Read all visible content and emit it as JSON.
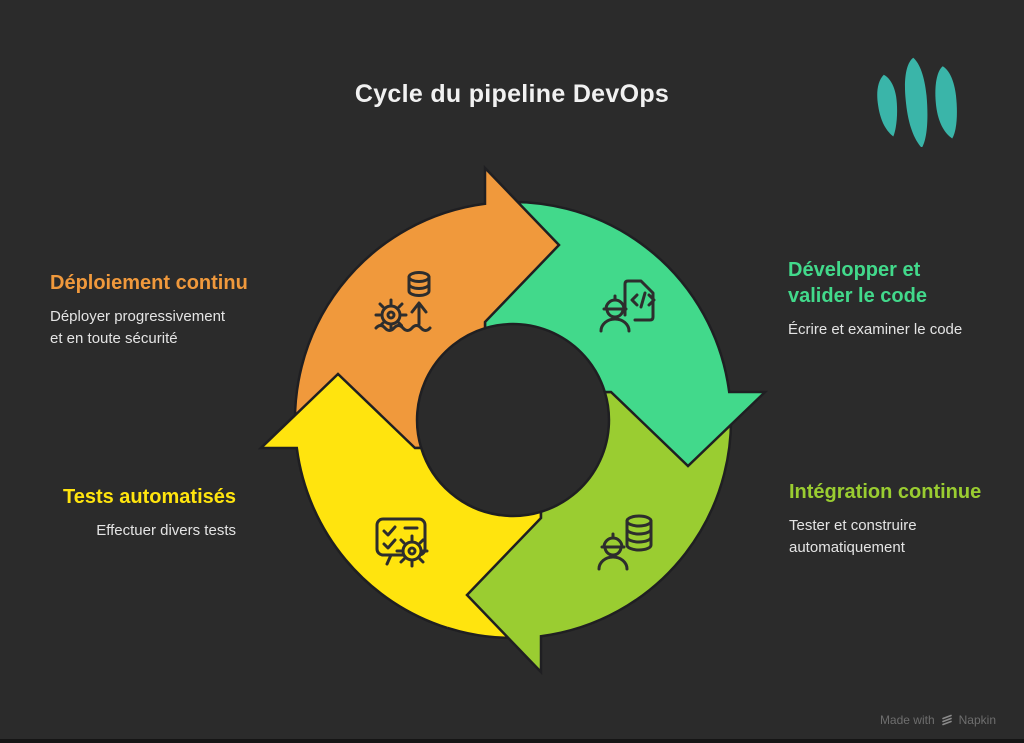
{
  "page": {
    "title": "Cycle du pipeline DevOps",
    "background_color": "#2b2b2b"
  },
  "branding": {
    "logo_icon": "napkin-logo-icon",
    "logo_color": "#3ab5a9",
    "footer_made_with": "Made with",
    "footer_brand": "Napkin",
    "footer_icon": "napkin-mark-icon"
  },
  "diagram": {
    "type": "cycle",
    "direction": "clockwise",
    "outline_color": "#1f1f22",
    "icon_stroke_color": "#2d2d2d",
    "segments": [
      {
        "id": "deploiement-continu",
        "position": "top-left",
        "heading": "Déploiement continu",
        "description": "Déployer progressivement\net en toute sécurité",
        "color": "#F0993C",
        "icon": "gear-wave-database-deploy-icon"
      },
      {
        "id": "developper-valider",
        "position": "top-right",
        "heading": "Développer et\nvalider le code",
        "description": "Écrire et examiner le code",
        "color": "#42D98B",
        "icon": "engineer-code-document-icon"
      },
      {
        "id": "integration-continue",
        "position": "bottom-right",
        "heading": "Intégration continue",
        "description": "Tester et construire\nautomatiquement",
        "color": "#9ACD31",
        "icon": "engineer-database-icon"
      },
      {
        "id": "tests-automatises",
        "position": "bottom-left",
        "heading": "Tests automatisés",
        "description": "Effectuer divers tests",
        "color": "#FFE40E",
        "icon": "checklist-gear-icon"
      }
    ]
  }
}
